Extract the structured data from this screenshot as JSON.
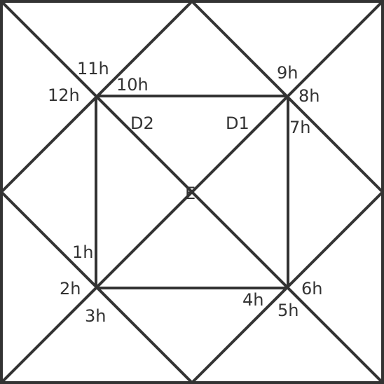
{
  "labels": {
    "h12": "12h",
    "h11": "11h",
    "h10": "10h",
    "h9": "9h",
    "h8": "8h",
    "h7": "7h",
    "h1": "1h",
    "h2": "2h",
    "h3": "3h",
    "h4": "4h",
    "h5": "5h",
    "h6": "6h",
    "d2": "D2",
    "d1": "D1",
    "e": "E"
  },
  "colors": {
    "line": "#333333",
    "background": "#ffffff"
  }
}
